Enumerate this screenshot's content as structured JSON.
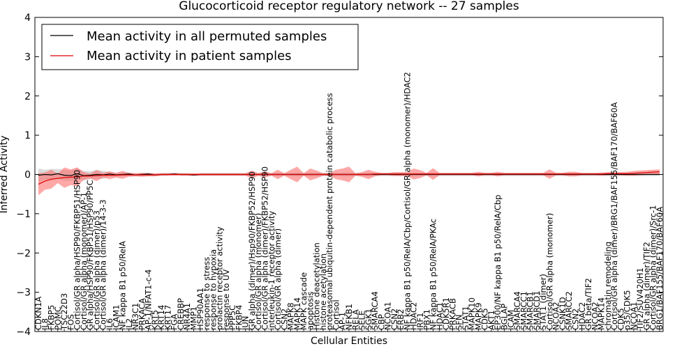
{
  "chart_data": {
    "type": "line",
    "title": "Glucocorticoid receptor regulatory network -- 27 samples",
    "xlabel": "Cellular Entities",
    "ylabel": "Inferred Activity",
    "ylim": [
      -4,
      4
    ],
    "yticks": [
      -4,
      -3,
      -2,
      -1,
      0,
      1,
      2,
      3,
      4
    ],
    "ytick_labels": [
      "−4",
      "−3",
      "−2",
      "−1",
      "0",
      "1",
      "2",
      "3",
      "4"
    ],
    "grid": false,
    "legend_position": "top-left",
    "colors": {
      "permuted_line": "#000000",
      "patient_line": "#dd0000",
      "permuted_band": "#b0b0b0",
      "patient_band": "#ff6060"
    },
    "categories": [
      "CDKN1A",
      "IL8",
      "FKBP5",
      "POMC",
      "TSC22D3",
      "FOS",
      "Cortisol/GR alpha/HSP90/FKBP51/HSP90",
      "Cortisol/GR alpha (monomer)/AP-1",
      "GR alpha/HSP90/FKBP51/HSP90/PP5C",
      "Cortisol/GR alpha (dimer)/p53",
      "Cortisol/GR alpha (dimer)/14-3-3",
      "IL6",
      "ICAM1",
      "NF kappa B1 p50/RelA",
      "IL2",
      "NR3C1",
      "PRKACA",
      "AP-1/NFAT1-c-4",
      "KRT5",
      "KRT14",
      "KRT17",
      "FGA",
      "CREBBP",
      "NR4A1",
      "MMP1",
      "HSP90AA1",
      "response to stress",
      "response to hypoxia",
      "prolactin receptor activity",
      "response to UV",
      "PPP5C",
      "FKBP4",
      "JUN",
      "GR alpha (dimer)/Hsp90/FKBP52/HSP90",
      "Cortisol/GR alpha (monomer)",
      "Cortisol/GR alpha (dimer)/FKBP52/HSP90",
      "interleukin-1 receptor activity",
      "Cortisol/GR alpha (dimer)",
      "CSN2",
      "MAPK8",
      "MAPK14",
      "MAPK cascade",
      "apoptosis",
      "Histone deacetylation",
      "histone acetylation",
      "proteasomal ubiquitin-dependent protein catabolic process",
      "Cortisol",
      "AP-1",
      "NFKB1",
      "RELA",
      "SELE",
      "SGK1",
      "SMARCA4",
      "CBP",
      "NCOA1",
      "CSN2",
      "ERB2",
      "NF kappa B1 p50/RelA/Cbp/Cortisol/GR alpha (monomer)/HDAC2",
      "HDAC2",
      "IRF1",
      "PBX1",
      "NF kappa B1 p50/RelA/PKAc",
      "HDAC1",
      "CDK5R1",
      "PRKACB",
      "SFN",
      "STAT1",
      "MAPK10",
      "MAPK9",
      "CDK5",
      "AKT1",
      "EP300/NF kappa B1 p50/RelA/Cbp",
      "BGLAP",
      "ICAM",
      "SMARCA4",
      "SMARCC1",
      "SMARCB1",
      "SMARCD1",
      "STAT1 (dimer)",
      "Cortisol/GR alpha (monomer)",
      "NCOA2",
      "CSNK1D",
      "SMARCC2",
      "CSN2",
      "HDAC2",
      "GR beta/TIF2",
      "NCOA2",
      "MAPK14",
      "chromatin remodeling",
      "Cortisol/GR alpha (dimer)/BRG1/BAF155/BAF170/BAF60A",
      "CDK5",
      "p35/CDK5",
      "NCOA1",
      "TIF2/SUV420H1",
      "GR alpha (dimer)/TIF2",
      "Cortisol/GR alpha (dimer)/Src-1",
      "BRG1/BAF155/BAF170/BAF60A"
    ],
    "series": [
      {
        "name": "Mean activity in all permuted samples",
        "values": [
          -0.02,
          0.0,
          -0.01,
          0.02,
          -0.02,
          -0.03,
          0.02,
          -0.03,
          -0.02,
          0.0,
          -0.01,
          0.01,
          -0.01,
          0.0,
          0.01,
          -0.01,
          0.0,
          0.01,
          -0.01,
          0.0,
          0.0,
          0.01,
          0.0,
          0.0,
          -0.01,
          0.0,
          0.0,
          0.0,
          0.0,
          0.0,
          0.0,
          0.0,
          0.0,
          0.0,
          0.0,
          0.0,
          0.0,
          0.0,
          0.0,
          0.0,
          0.0,
          0.0,
          0.0,
          0.0,
          0.0,
          0.0,
          0.0,
          0.0,
          0.0,
          0.0,
          0.0,
          0.0,
          0.0,
          0.0,
          0.0,
          0.0,
          0.0,
          0.0,
          0.0,
          0.0,
          0.0,
          0.0,
          0.0,
          0.0,
          0.0,
          0.0,
          0.0,
          0.0,
          0.0,
          0.0,
          0.0,
          0.0,
          0.0,
          0.0,
          0.0,
          0.0,
          0.0,
          0.0,
          0.0,
          0.0,
          0.0,
          0.0,
          0.0,
          0.0,
          0.0,
          0.0,
          0.0,
          0.0,
          0.0,
          0.0,
          0.0,
          0.0,
          0.0,
          0.0,
          0.0,
          0.0,
          0.0
        ],
        "band": [
          0.17,
          0.12,
          0.15,
          0.12,
          0.14,
          0.13,
          0.14,
          0.12,
          0.1,
          0.12,
          0.1,
          0.06,
          0.05,
          0.05,
          0.04,
          0.04,
          0.04,
          0.04,
          0.03,
          0.03,
          0.03,
          0.03,
          0.03,
          0.03,
          0.03,
          0.03,
          0.03,
          0.03,
          0.03,
          0.03,
          0.03,
          0.03,
          0.03,
          0.05,
          0.03,
          0.04,
          0.03,
          0.04,
          0.03,
          0.04,
          0.05,
          0.04,
          0.05,
          0.05,
          0.04,
          0.04,
          0.04,
          0.05,
          0.05,
          0.04,
          0.04,
          0.05,
          0.04,
          0.04,
          0.04,
          0.04,
          0.04,
          0.04,
          0.05,
          0.04,
          0.04,
          0.05,
          0.04,
          0.04,
          0.04,
          0.04,
          0.04,
          0.04,
          0.04,
          0.04,
          0.04,
          0.04,
          0.04,
          0.04,
          0.04,
          0.04,
          0.04,
          0.04,
          0.04,
          0.04,
          0.04,
          0.04,
          0.04,
          0.04,
          0.04,
          0.04,
          0.04,
          0.04,
          0.04,
          0.04,
          0.04,
          0.04,
          0.04,
          0.04,
          0.04,
          0.04,
          0.04
        ]
      },
      {
        "name": "Mean activity in patient samples",
        "values": [
          -0.25,
          -0.17,
          -0.12,
          -0.1,
          -0.08,
          -0.07,
          -0.06,
          -0.04,
          -0.04,
          -0.03,
          -0.02,
          -0.02,
          -0.02,
          -0.01,
          -0.01,
          -0.01,
          -0.01,
          -0.01,
          -0.01,
          0.0,
          0.0,
          0.0,
          0.0,
          0.0,
          0.0,
          0.0,
          0.0,
          0.0,
          0.0,
          0.0,
          0.0,
          0.0,
          0.0,
          0.0,
          0.0,
          0.0,
          0.0,
          0.0,
          0.0,
          0.0,
          0.0,
          0.0,
          0.0,
          0.0,
          0.0,
          0.0,
          0.0,
          0.0,
          0.0,
          0.0,
          0.0,
          0.0,
          0.01,
          0.01,
          0.01,
          0.01,
          0.01,
          0.01,
          0.01,
          0.01,
          0.01,
          0.01,
          0.01,
          0.01,
          0.01,
          0.01,
          0.01,
          0.01,
          0.01,
          0.01,
          0.01,
          0.01,
          0.01,
          0.01,
          0.01,
          0.01,
          0.01,
          0.01,
          0.01,
          0.01,
          0.01,
          0.01,
          0.01,
          0.01,
          0.01,
          0.01,
          0.01,
          0.01,
          0.02,
          0.02,
          0.02,
          0.02,
          0.03,
          0.04,
          0.05,
          0.06,
          0.07
        ],
        "band": [
          0.28,
          0.22,
          0.24,
          0.12,
          0.26,
          0.2,
          0.24,
          0.1,
          0.06,
          0.14,
          0.06,
          0.1,
          0.06,
          0.1,
          0.05,
          0.04,
          0.05,
          0.04,
          0.04,
          0.03,
          0.03,
          0.03,
          0.03,
          0.03,
          0.03,
          0.03,
          0.03,
          0.03,
          0.03,
          0.03,
          0.03,
          0.03,
          0.03,
          0.1,
          0.03,
          0.08,
          0.03,
          0.12,
          0.03,
          0.12,
          0.2,
          0.03,
          0.15,
          0.1,
          0.03,
          0.04,
          0.12,
          0.15,
          0.2,
          0.03,
          0.06,
          0.12,
          0.06,
          0.03,
          0.03,
          0.05,
          0.05,
          0.05,
          0.14,
          0.1,
          0.03,
          0.15,
          0.03,
          0.03,
          0.03,
          0.03,
          0.03,
          0.03,
          0.06,
          0.03,
          0.03,
          0.06,
          0.03,
          0.03,
          0.03,
          0.03,
          0.03,
          0.03,
          0.03,
          0.12,
          0.03,
          0.03,
          0.06,
          0.06,
          0.03,
          0.03,
          0.03,
          0.04,
          0.04,
          0.04,
          0.04,
          0.05,
          0.06,
          0.06,
          0.06,
          0.06,
          0.06
        ]
      }
    ]
  }
}
